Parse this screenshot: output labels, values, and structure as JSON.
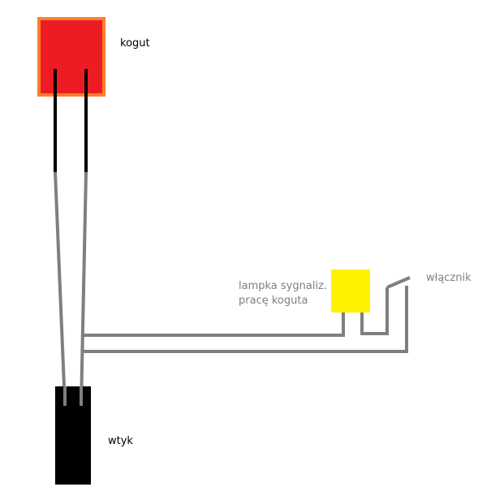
{
  "labels": {
    "kogut": "kogut",
    "wtyk": "wtyk",
    "lampka_line1": "lampka sygnaliz.",
    "lampka_line2": "pracę koguta",
    "wlacznik": "włącznik"
  },
  "colors": {
    "background": "#ffffff",
    "kogut_fill": "#ed1c24",
    "kogut_border": "#ff7f27",
    "lamp_fill": "#fff200",
    "plug_fill": "#000000",
    "wire_black": "#000000",
    "wire_gray": "#7f7f7f",
    "label_dark": "#000000",
    "label_gray": "#7f7f7f"
  }
}
